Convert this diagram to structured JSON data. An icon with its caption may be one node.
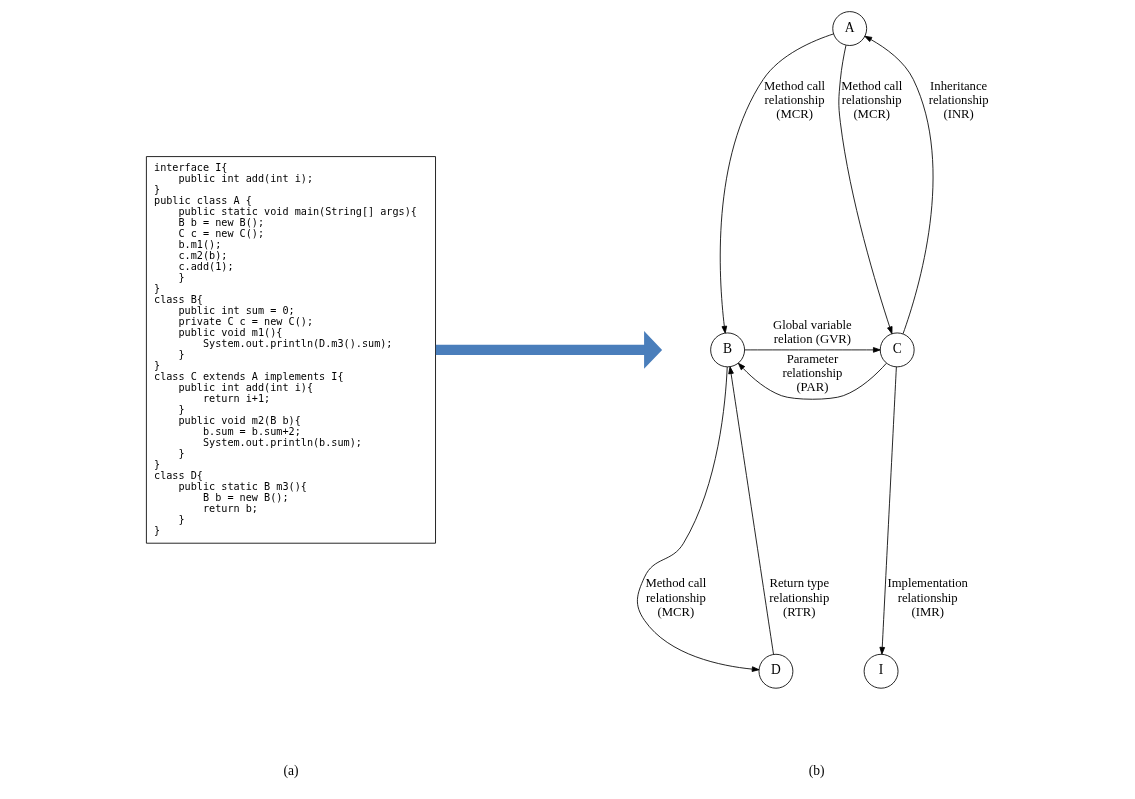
{
  "diagram": {
    "nodes": [
      {
        "text": [
          "interface I{",
          "    public int add(int i);",
          "}",
          "public class A {",
          "    public static void main(String[] args){",
          "    B b = new B();",
          "    C c = new C();",
          "    b.m1();",
          "    c.m2(b);",
          "    c.add(1);",
          "    }",
          "}",
          "class B{",
          "    public int sum = 0;",
          "    private C c = new C();",
          "    public void m1(){",
          "        System.out.println(D.m3().sum);",
          "    }",
          "}",
          "class C extends A implements I{",
          "    public int add(int i){",
          "        return i+1;",
          "    }",
          "    public void m2(B b){",
          "        b.sum = b.sum+2;",
          "        System.out.println(b.sum);",
          "    }",
          "}",
          "class D{",
          "    public static B m3(){",
          "        B b = new B();",
          "        return b;",
          "    }",
          "}"
        ]
      },
      {
        "text": [
          "A"
        ]
      },
      {
        "text": [
          "B"
        ]
      },
      {
        "text": [
          "C"
        ]
      },
      {
        "text": [
          "D"
        ]
      },
      {
        "text": [
          "I"
        ]
      }
    ],
    "edges": [
      {
        "from": 0,
        "to": null,
        "arrow": "to",
        "style": "thick",
        "color": "#4a7ebb"
      },
      {
        "from": 1,
        "to": 2,
        "arrow": "to",
        "label": "Method call relationship (MCR)"
      },
      {
        "from": 1,
        "to": 3,
        "arrow": "to",
        "label": "Method call relationship (MCR)"
      },
      {
        "from": 3,
        "to": 1,
        "arrow": "to",
        "label": "Inheritance relationship (INR)"
      },
      {
        "from": 2,
        "to": 3,
        "arrow": "to",
        "label": "Global variable relation (GVR)"
      },
      {
        "from": 3,
        "to": 2,
        "arrow": "to",
        "label": "Parameter relationship (PAR)"
      },
      {
        "from": 2,
        "to": 4,
        "arrow": "to",
        "label": "Method call relationship (MCR)"
      },
      {
        "from": 4,
        "to": 2,
        "arrow": "to",
        "label": "Return type relationship (RTR)"
      },
      {
        "from": 3,
        "to": 5,
        "arrow": "to",
        "label": "Implementation relationship (IMR)"
      }
    ],
    "labels": [
      "(a)",
      "(b)"
    ]
  }
}
